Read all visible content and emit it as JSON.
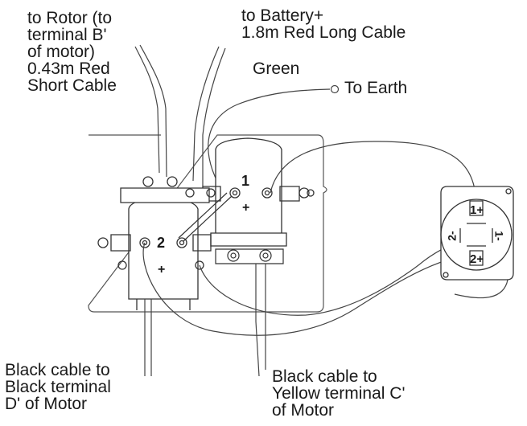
{
  "labels": {
    "rotor": [
      "to Rotor (to",
      "terminal B'",
      "of motor)",
      "0.43m Red",
      "Short Cable"
    ],
    "battery": [
      "to Battery+",
      "1.8m Red Long Cable"
    ],
    "green": "Green",
    "earth": "To Earth",
    "black_d": [
      "Black cable to",
      "Black terminal",
      "D' of Motor"
    ],
    "black_c": [
      "Black cable to",
      "Yellow terminal C'",
      "of Motor"
    ]
  },
  "solenoids": {
    "one": {
      "number": "1",
      "sign": "+"
    },
    "two": {
      "number": "2",
      "sign": "+"
    }
  },
  "switch": {
    "t1": "1+",
    "t2": "2+",
    "t2minus": "2-",
    "t1minus": "1-"
  },
  "colors": {
    "line": "#333333",
    "wire": "#444444",
    "plate": "#555555"
  }
}
